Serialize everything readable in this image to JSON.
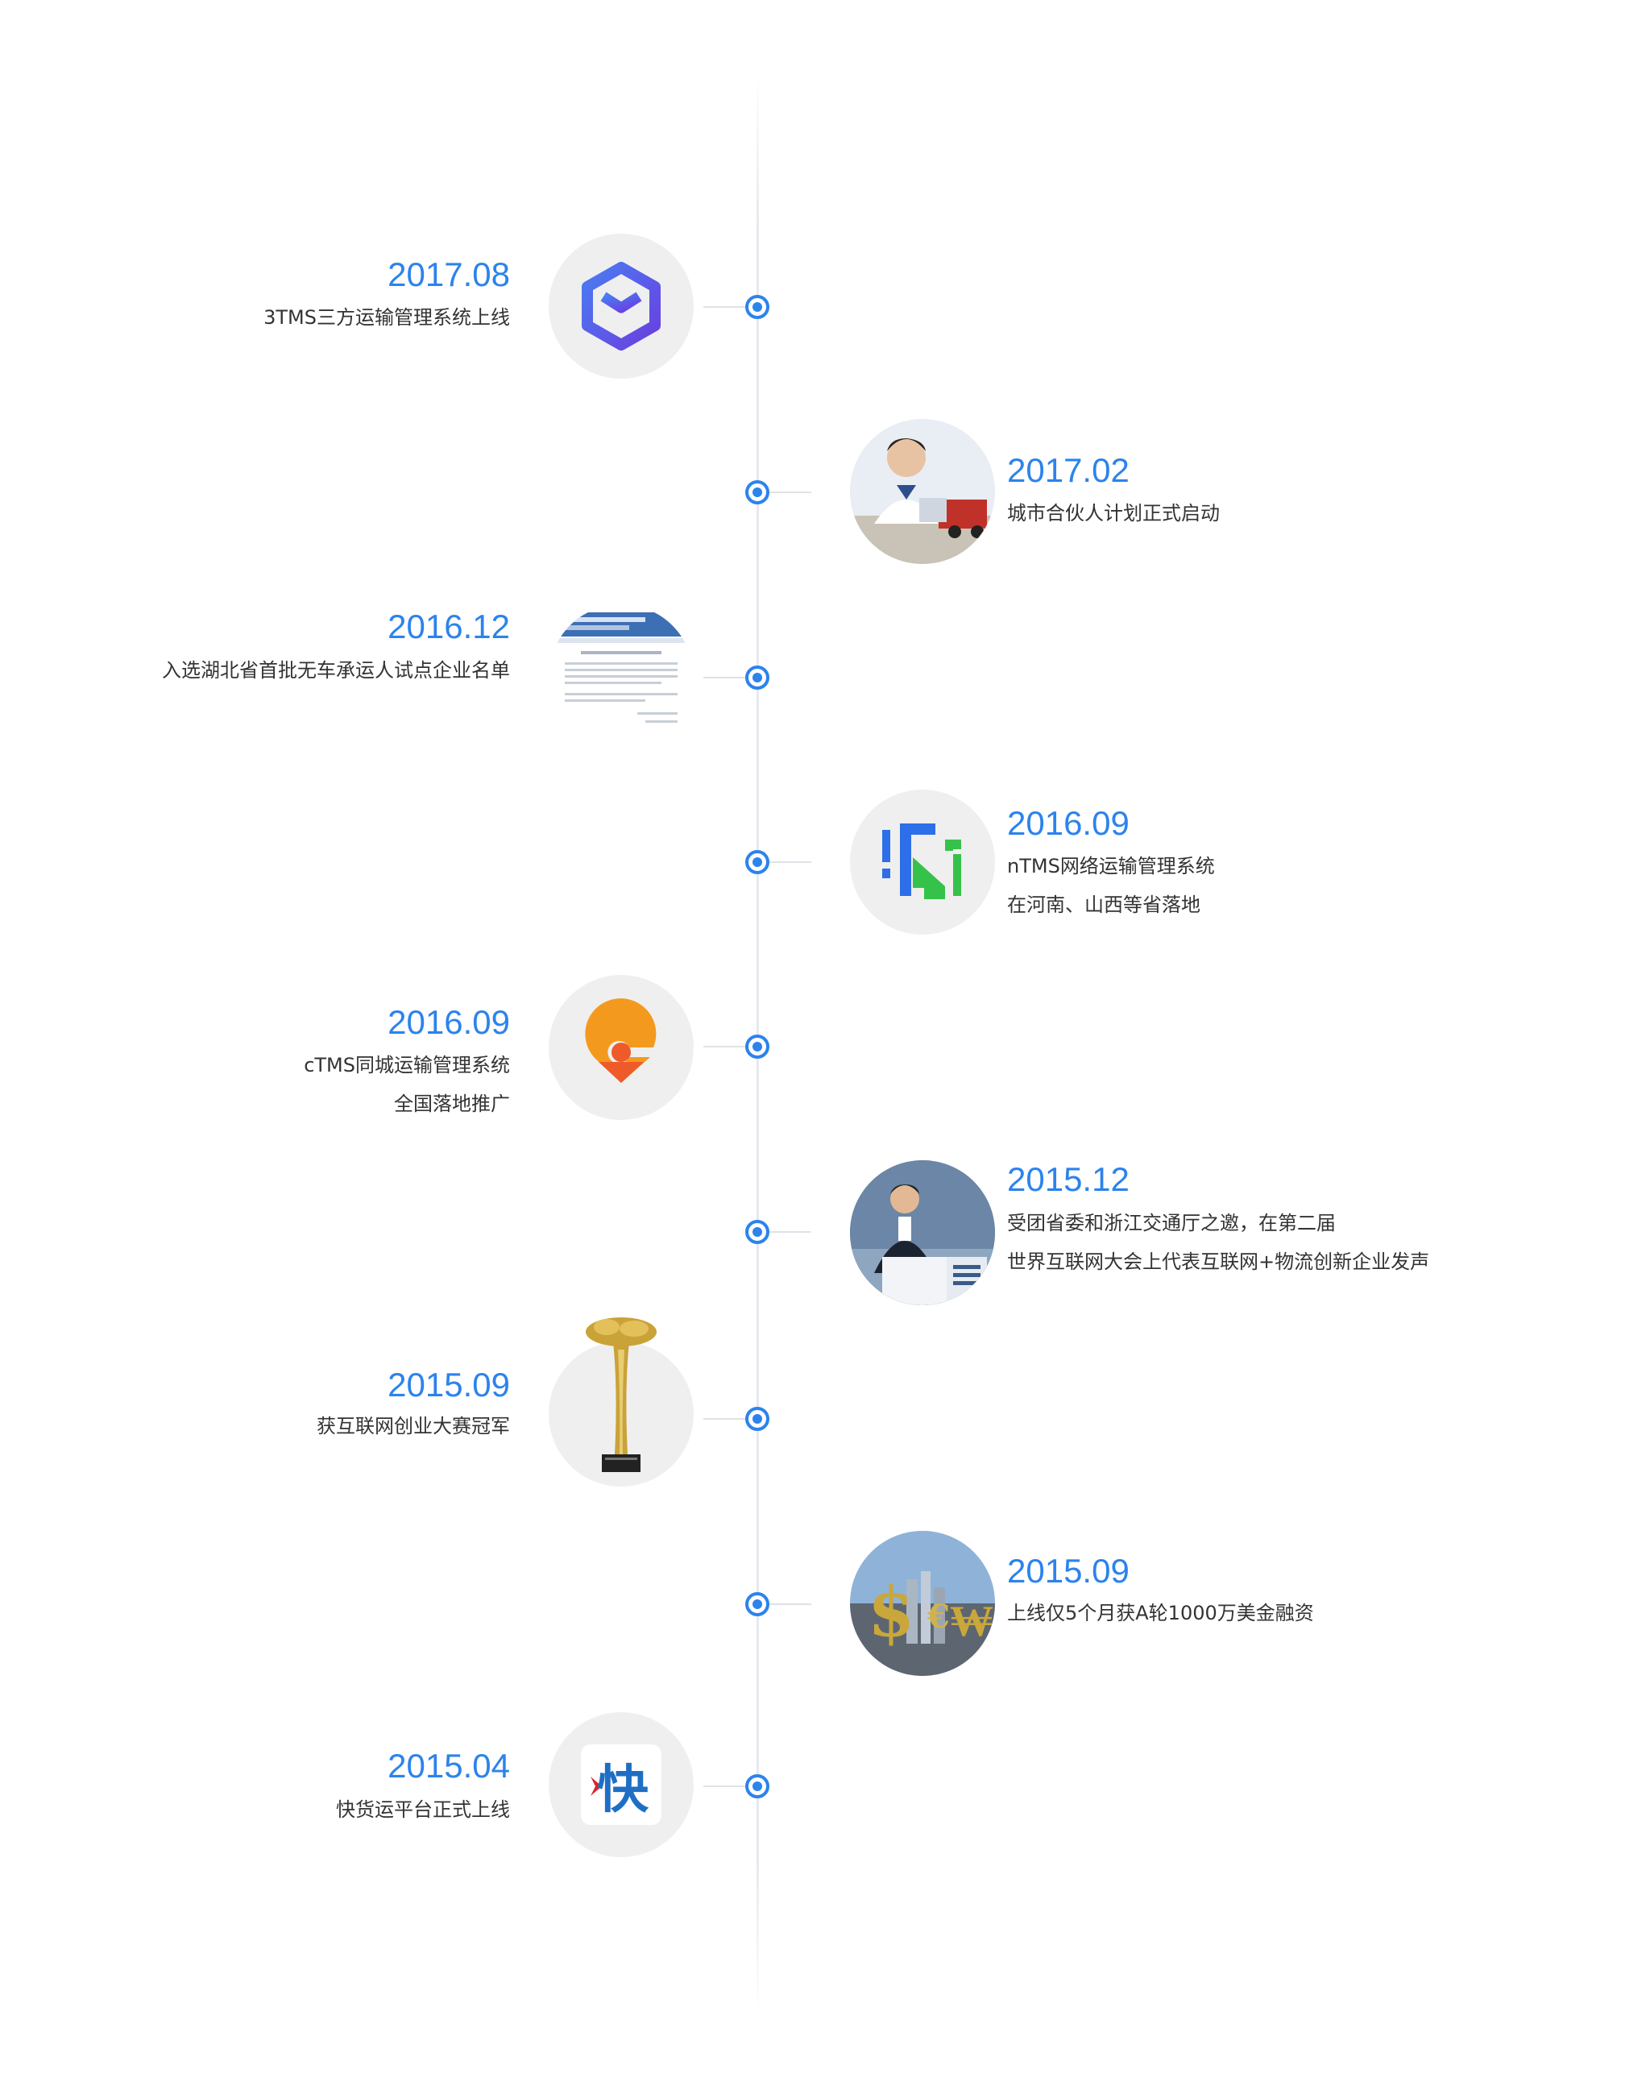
{
  "timeline": [
    {
      "side": "left",
      "date": "2017.08",
      "lines": [
        "3TMS三方运输管理系统上线"
      ],
      "icon": "hexagon-y-logo-icon"
    },
    {
      "side": "right",
      "date": "2017.02",
      "lines": [
        "城市合伙人计划正式启动"
      ],
      "icon": "partner-truck-photo"
    },
    {
      "side": "left",
      "date": "2016.12",
      "lines": [
        "入选湖北省首批无车承运人试点企业名单"
      ],
      "icon": "document-screenshot"
    },
    {
      "side": "right",
      "date": "2016.09",
      "lines": [
        "nTMS网络运输管理系统",
        "在河南、山西等省落地"
      ],
      "icon": "ntms-logo-icon"
    },
    {
      "side": "left",
      "date": "2016.09",
      "lines": [
        "cTMS同城运输管理系统",
        "全国落地推广"
      ],
      "icon": "ctms-pin-logo-icon"
    },
    {
      "side": "right",
      "date": "2015.12",
      "lines": [
        "受团省委和浙江交通厅之邀，在第二届",
        "世界互联网大会上代表互联网+物流创新企业发声"
      ],
      "icon": "conference-speech-photo"
    },
    {
      "side": "left",
      "date": "2015.09",
      "lines": [
        "获互联网创业大赛冠军"
      ],
      "icon": "trophy-icon"
    },
    {
      "side": "right",
      "date": "2015.09",
      "lines": [
        "上线仅5个月获A轮1000万美金融资"
      ],
      "icon": "currency-city-photo"
    },
    {
      "side": "left",
      "date": "2015.04",
      "lines": [
        "快货运平台正式上线"
      ],
      "icon": "kuai-app-logo-icon"
    }
  ],
  "colors": {
    "accent": "#2c83ec",
    "text": "#333333",
    "medallion_bg": "#efefef",
    "axis": "#e6e9ee"
  },
  "logo_text": {
    "kuai": "快"
  }
}
